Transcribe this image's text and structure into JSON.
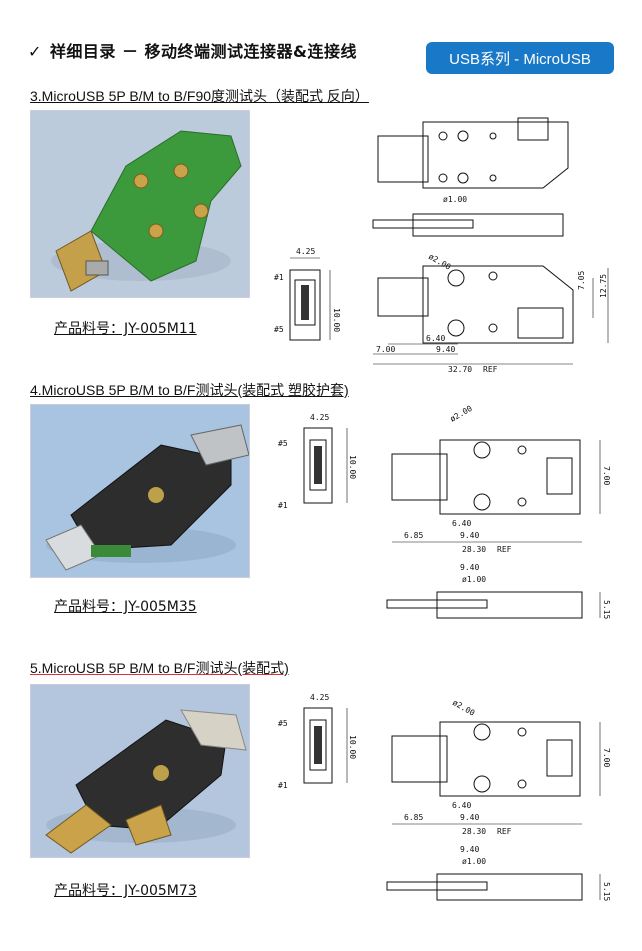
{
  "header": {
    "checkmark": "✓",
    "title": "祥细目录 － 移动终端测试连接器&连接线",
    "badge": "USB系列 - MicroUSB"
  },
  "sections": [
    {
      "title": "3.MicroUSB 5P B/M to B/F90度测试头（装配式 反向）",
      "part_number": "产品料号：JY-005M11",
      "photo_colors": {
        "bg": "#b8c9dc",
        "board": "#3a9a3a"
      },
      "dims": {
        "pin1": "#1",
        "pin5": "#5",
        "w": "4.25",
        "h": "10.00",
        "hole1": "ø1.00",
        "hole2": "ø2.00",
        "d1": "6.40",
        "d2": "9.40",
        "d3": "7.00",
        "total": "32.70",
        "ref": "REF",
        "v1": "7.05",
        "v2": "12.75"
      }
    },
    {
      "title": "4.MicroUSB 5P B/M to B/F测试头(装配式 塑胶护套)",
      "part_number": "产品料号：JY-005M35",
      "photo_colors": {
        "bg": "#a9c4e0",
        "board": "#2e2e2e"
      },
      "dims": {
        "pin1": "#1",
        "pin5": "#5",
        "w": "4.25",
        "h": "10.00",
        "hole2": "ø2.00",
        "hole1": "ø1.00",
        "d1": "6.40",
        "d2": "9.40",
        "d3": "6.85",
        "total": "28.30",
        "ref": "REF",
        "v1": "7.00",
        "v2": "5.15",
        "side_w": "9.40"
      }
    },
    {
      "title": "5.MicroUSB 5P B/M to B/F测试头(装配式)",
      "part_number": "产品料号：JY-005M73",
      "photo_colors": {
        "bg": "#b3c6dd",
        "board": "#2e2e2e"
      },
      "dims": {
        "pin1": "#1",
        "pin5": "#5",
        "w": "4.25",
        "h": "10.00",
        "hole2": "ø2.00",
        "hole1": "ø1.00",
        "d1": "6.40",
        "d2": "9.40",
        "d3": "6.85",
        "total": "28.30",
        "ref": "REF",
        "v1": "7.00",
        "v2": "5.15",
        "side_w": "9.40"
      }
    }
  ]
}
